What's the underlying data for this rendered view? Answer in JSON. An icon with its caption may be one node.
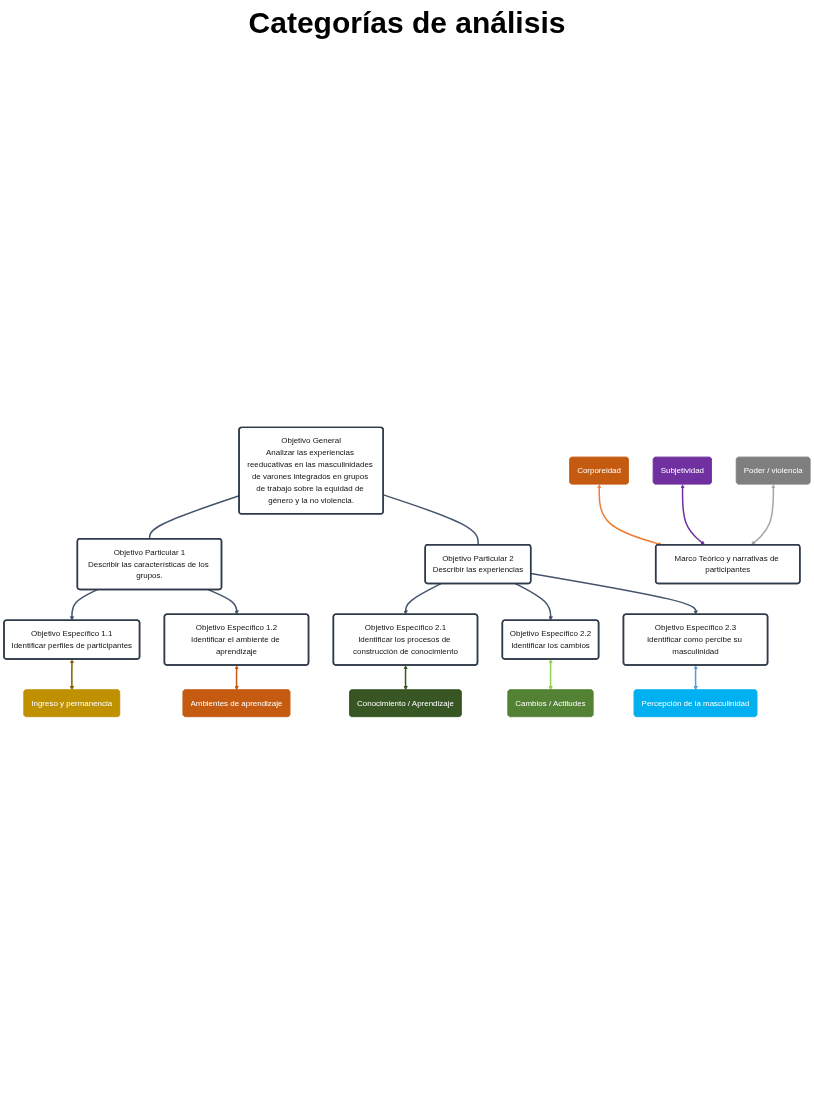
{
  "diagram": {
    "nodes": [
      {
        "text": [
          "Objetivo General",
          "Analizar las experiencias reeducativas en las masculinidades de varones integrados en grupos de trabajo sobre la equidad de género y la no violencia."
        ]
      },
      {
        "text": [
          "Objetivo Particular 1",
          "Describir las características de los grupos."
        ]
      },
      {
        "text": [
          "Objetivo Particular 2",
          "Describir las experiencias"
        ]
      },
      {
        "text": [
          "Objetivo Específico 1.1",
          "Identificar perfiles de participantes"
        ]
      },
      {
        "text": [
          "Objetivo Específico 1.2",
          "Identificar el ambiente de aprendizaje"
        ]
      },
      {
        "text": [
          "Objetivo Específico 2.1",
          "Identificar los procesos de construcción de conocimiento"
        ]
      },
      {
        "text": [
          "Objetivo Específico 2.2",
          "Identificar los cambios"
        ]
      },
      {
        "text": [
          "Objetivo Específico 2.3",
          "Identificar como percibe su masculinidad"
        ]
      },
      {
        "text": [
          "Ingreso y permanencia"
        ]
      },
      {
        "text": [
          "Poder / violencia"
        ]
      },
      {
        "text": [
          "Ambientes de aprendizaje"
        ]
      },
      {
        "text": [
          "Conocimiento / Aprendizaje"
        ]
      },
      {
        "text": [
          "Subjetividad"
        ]
      },
      {
        "text": [
          "Corporeidad"
        ]
      },
      {
        "text": [
          "Percepción de la masculinidad"
        ]
      },
      {
        "text": [
          "Cambios / Actitudes"
        ]
      },
      {
        "text": [
          "Marco Teórico y narrativas de participantes"
        ]
      }
    ],
    "edges": [
      {
        "from": 0,
        "to": 1,
        "arrow": "none"
      },
      {
        "from": 0,
        "to": 2,
        "arrow": "none"
      },
      {
        "from": 1,
        "to": 3,
        "arrow": "to"
      },
      {
        "from": 1,
        "to": 4,
        "arrow": "to"
      },
      {
        "from": 2,
        "to": 5,
        "arrow": "to"
      },
      {
        "from": 2,
        "to": 6,
        "arrow": "to"
      },
      {
        "from": 2,
        "to": 7,
        "arrow": "to"
      },
      {
        "from": 3,
        "to": 8,
        "arrow": "both",
        "color": "#7f6000"
      },
      {
        "from": 4,
        "to": 10,
        "arrow": "both",
        "color": "#c55a11"
      },
      {
        "from": 5,
        "to": 11,
        "arrow": "both",
        "color": "#375623"
      },
      {
        "from": 6,
        "to": 15,
        "arrow": "both",
        "color": "#92d050"
      },
      {
        "from": 7,
        "to": 14,
        "arrow": "both",
        "color": "#5b9bd5"
      },
      {
        "from": 13,
        "to": 16,
        "arrow": "both",
        "color": "#ed7d31"
      },
      {
        "from": 12,
        "to": 16,
        "arrow": "both",
        "color": "#7030a0"
      },
      {
        "from": 9,
        "to": 16,
        "arrow": "both",
        "color": "#a5a5a5"
      }
    ],
    "labels": [
      "Categorías de análisis"
    ]
  }
}
